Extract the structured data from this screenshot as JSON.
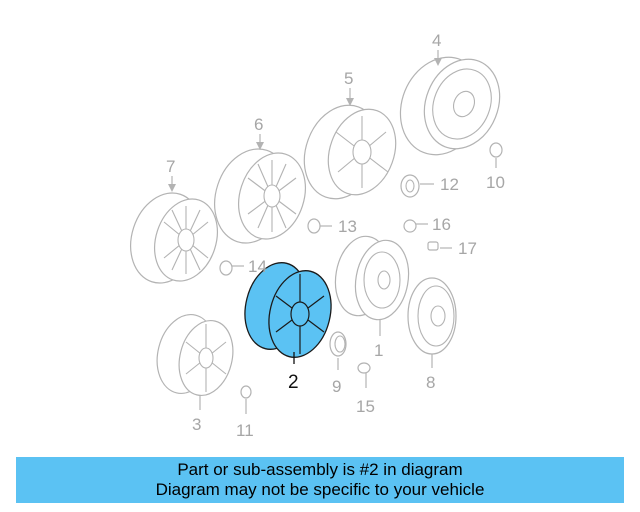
{
  "diagram": {
    "part_labels": {
      "p1": "1",
      "p2": "2",
      "p3": "3",
      "p4": "4",
      "p5": "5",
      "p6": "6",
      "p7": "7",
      "p8": "8",
      "p9": "9",
      "p10": "10",
      "p11": "11",
      "p12": "12",
      "p13": "13",
      "p14": "14",
      "p15": "15",
      "p16": "16",
      "p17": "17"
    },
    "highlighted_part": "2",
    "highlight_color": "#5bc2f3",
    "part_color": "#b3b3b3"
  },
  "banner": {
    "line1": "Part or sub-assembly is #2 in diagram",
    "line2": "Diagram may not be specific to your vehicle",
    "background": "#5bc2f3"
  }
}
